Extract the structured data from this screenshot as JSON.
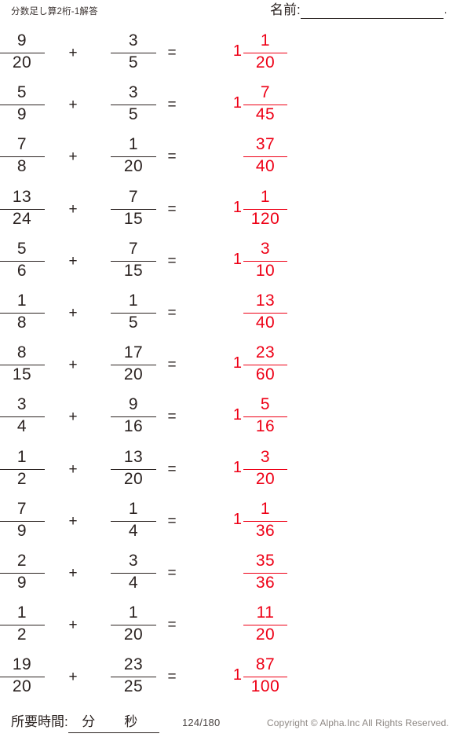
{
  "header": {
    "title": "分数足し算2桁-1解答",
    "name_label": "名前:",
    "name_value": "",
    "name_trailing": "."
  },
  "operators": {
    "plus": "+",
    "equals": "="
  },
  "colors": {
    "answer_red": "#ee0016",
    "text_dark": "#2b2321",
    "footer_gray": "#8d8783"
  },
  "problems": [
    {
      "index": 1,
      "a": {
        "num": "9",
        "den": "20"
      },
      "b": {
        "num": "3",
        "den": "5"
      },
      "answer": {
        "whole": "1",
        "num": "1",
        "den": "20"
      }
    },
    {
      "index": 2,
      "a": {
        "num": "5",
        "den": "9"
      },
      "b": {
        "num": "3",
        "den": "5"
      },
      "answer": {
        "whole": "1",
        "num": "7",
        "den": "45"
      }
    },
    {
      "index": 3,
      "a": {
        "num": "7",
        "den": "8"
      },
      "b": {
        "num": "1",
        "den": "20"
      },
      "answer": {
        "whole": "",
        "num": "37",
        "den": "40"
      }
    },
    {
      "index": 4,
      "a": {
        "num": "13",
        "den": "24"
      },
      "b": {
        "num": "7",
        "den": "15"
      },
      "answer": {
        "whole": "1",
        "num": "1",
        "den": "120"
      }
    },
    {
      "index": 5,
      "a": {
        "num": "5",
        "den": "6"
      },
      "b": {
        "num": "7",
        "den": "15"
      },
      "answer": {
        "whole": "1",
        "num": "3",
        "den": "10"
      }
    },
    {
      "index": 6,
      "a": {
        "num": "1",
        "den": "8"
      },
      "b": {
        "num": "1",
        "den": "5"
      },
      "answer": {
        "whole": "",
        "num": "13",
        "den": "40"
      }
    },
    {
      "index": 7,
      "a": {
        "num": "8",
        "den": "15"
      },
      "b": {
        "num": "17",
        "den": "20"
      },
      "answer": {
        "whole": "1",
        "num": "23",
        "den": "60"
      }
    },
    {
      "index": 8,
      "a": {
        "num": "3",
        "den": "4"
      },
      "b": {
        "num": "9",
        "den": "16"
      },
      "answer": {
        "whole": "1",
        "num": "5",
        "den": "16"
      }
    },
    {
      "index": 9,
      "a": {
        "num": "1",
        "den": "2"
      },
      "b": {
        "num": "13",
        "den": "20"
      },
      "answer": {
        "whole": "1",
        "num": "3",
        "den": "20"
      }
    },
    {
      "index": 10,
      "a": {
        "num": "7",
        "den": "9"
      },
      "b": {
        "num": "1",
        "den": "4"
      },
      "answer": {
        "whole": "1",
        "num": "1",
        "den": "36"
      }
    },
    {
      "index": 11,
      "a": {
        "num": "2",
        "den": "9"
      },
      "b": {
        "num": "3",
        "den": "4"
      },
      "answer": {
        "whole": "",
        "num": "35",
        "den": "36"
      }
    },
    {
      "index": 12,
      "a": {
        "num": "1",
        "den": "2"
      },
      "b": {
        "num": "1",
        "den": "20"
      },
      "answer": {
        "whole": "",
        "num": "11",
        "den": "20"
      }
    },
    {
      "index": 13,
      "a": {
        "num": "19",
        "den": "20"
      },
      "b": {
        "num": "23",
        "den": "25"
      },
      "answer": {
        "whole": "1",
        "num": "87",
        "den": "100"
      }
    }
  ],
  "footer": {
    "time_label": "所要時間:",
    "time_blank": "分　秒",
    "page_counter": "124/180",
    "copyright": "Copyright ©  Alpha.Inc All Rights Reserved."
  }
}
